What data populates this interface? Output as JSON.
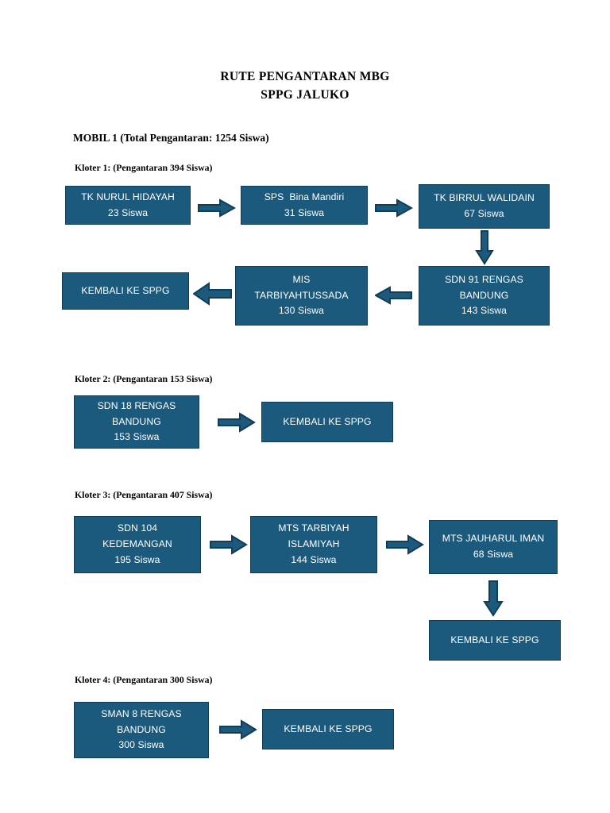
{
  "document": {
    "title_line1": "RUTE PENGANTARAN MBG",
    "title_line2": "SPPG JALUKO",
    "vehicle_heading": "MOBIL 1 (Total Pengantaran: 1254 Siswa)"
  },
  "colors": {
    "box_fill": "#1C5A7D",
    "box_border": "#123D56",
    "arrow_fill": "#1C5A7D",
    "arrow_stroke": "#123D56",
    "text": "#FFFFFF",
    "heading_text": "#000000",
    "background": "#FFFFFF"
  },
  "clusters": [
    {
      "heading": "Kloter 1: (Pengantaran 394 Siswa)",
      "nodes": [
        {
          "id": "k1-n1",
          "line1": "TK NURUL HIDAYAH",
          "line2": "23 Siswa",
          "line3": ""
        },
        {
          "id": "k1-n2",
          "line1": "SPS  Bina Mandiri",
          "line2": "31 Siswa",
          "line3": ""
        },
        {
          "id": "k1-n3",
          "line1": "TK BIRRUL WALIDAIN",
          "line2": "67 Siswa",
          "line3": ""
        },
        {
          "id": "k1-n4",
          "line1": "SDN 91 RENGAS",
          "line2": "BANDUNG",
          "line3": "143 Siswa"
        },
        {
          "id": "k1-n5",
          "line1": "MIS",
          "line2": "TARBIYAHTUSSADA",
          "line3": "130 Siswa"
        },
        {
          "id": "k1-n6",
          "line1": "KEMBALI KE SPPG",
          "line2": "",
          "line3": ""
        }
      ]
    },
    {
      "heading": "Kloter 2: (Pengantaran 153 Siswa)",
      "nodes": [
        {
          "id": "k2-n1",
          "line1": "SDN 18 RENGAS",
          "line2": "BANDUNG",
          "line3": "153 Siswa"
        },
        {
          "id": "k2-n2",
          "line1": "KEMBALI KE SPPG",
          "line2": "",
          "line3": ""
        }
      ]
    },
    {
      "heading": "Kloter 3: (Pengantaran 407 Siswa)",
      "nodes": [
        {
          "id": "k3-n1",
          "line1": "SDN 104",
          "line2": "KEDEMANGAN",
          "line3": "195 Siswa"
        },
        {
          "id": "k3-n2",
          "line1": "MTS TARBIYAH",
          "line2": "ISLAMIYAH",
          "line3": "144 Siswa"
        },
        {
          "id": "k3-n3",
          "line1": "MTS JAUHARUL IMAN",
          "line2": "68 Siswa",
          "line3": ""
        },
        {
          "id": "k3-n4",
          "line1": "KEMBALI KE SPPG",
          "line2": "",
          "line3": ""
        }
      ]
    },
    {
      "heading": "Kloter 4: (Pengantaran 300 Siswa)",
      "nodes": [
        {
          "id": "k4-n1",
          "line1": "SMAN 8 RENGAS",
          "line2": "BANDUNG",
          "line3": "300 Siswa"
        },
        {
          "id": "k4-n2",
          "line1": "KEMBALI KE SPPG",
          "line2": "",
          "line3": ""
        }
      ]
    }
  ]
}
